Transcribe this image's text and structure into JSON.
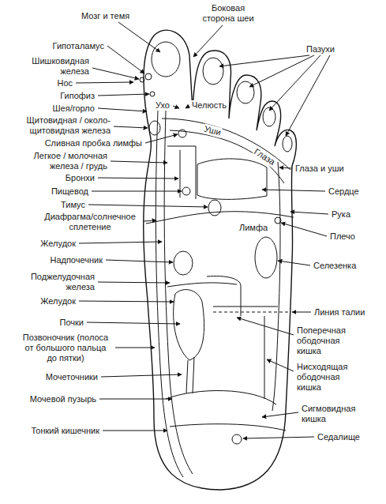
{
  "diagram": {
    "labels": [
      "Мозг и темя",
      "Боковая сторона шеи",
      "Пазухи",
      "Гипоталамус",
      "Шишковидная железа",
      "Нос",
      "Гипофиз",
      "Ухо",
      "Челюсть",
      "Шея/горло",
      "Щитовидная / около- щитовидная железа",
      "Уши",
      "Сливная пробка лимфы",
      "Глаза",
      "Глаза и уши",
      "Легкое / молочная железа / грудь",
      "Бронхи",
      "Пищевод",
      "Сердце",
      "Тимус",
      "Рука",
      "Диафрагма/солнечное сплетение",
      "Лимфа",
      "Плечо",
      "Желудок",
      "Надпочечник",
      "Селезенка",
      "Поджелудочная железа",
      "Желудок",
      "Линия талии",
      "Почки",
      "Поперечная ободочная кишка",
      "Позвоночник (полоса от большого пальца до пятки)",
      "Нисходящая ободочная кишка",
      "Мочеточники",
      "Мочевой пузырь",
      "Сигмовидная кишка",
      "Тонкий кишечник",
      "Седалище"
    ]
  }
}
